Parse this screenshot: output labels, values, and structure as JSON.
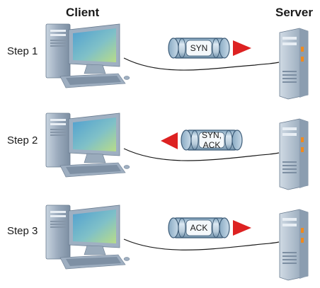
{
  "headings": {
    "client": "Client",
    "server": "Server"
  },
  "steps": [
    {
      "label": "Step 1",
      "packet": [
        "SYN"
      ],
      "direction": "to-server"
    },
    {
      "label": "Step 2",
      "packet": [
        "SYN,",
        "ACK"
      ],
      "direction": "to-client"
    },
    {
      "label": "Step 3",
      "packet": [
        "ACK"
      ],
      "direction": "to-server"
    }
  ],
  "colors": {
    "arrow": "#dd2222",
    "capsule": "#aec8d8",
    "monitor_screen": "#79b8d8",
    "computer_body": "#a8b8c8",
    "server_body": "#a8b8c8",
    "cable": "#1a1a1a"
  }
}
